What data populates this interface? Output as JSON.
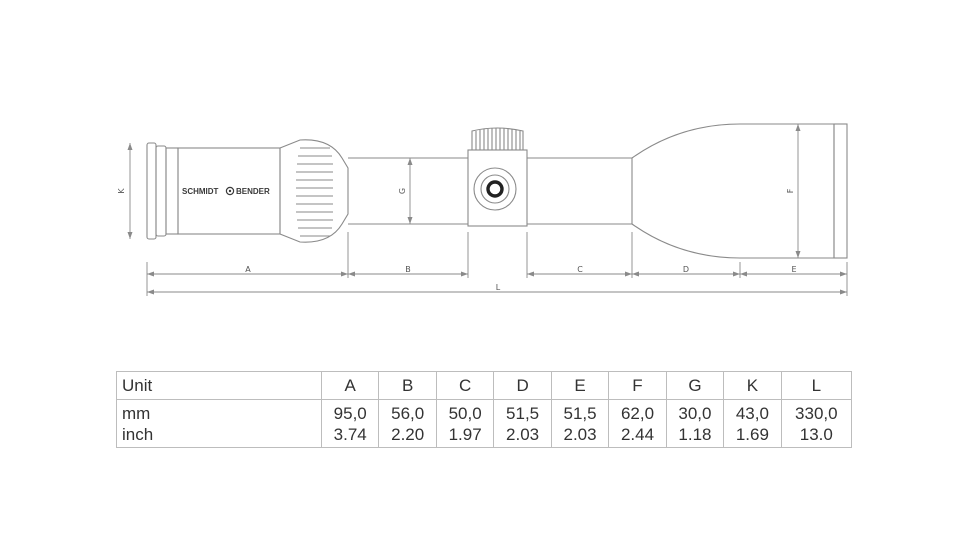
{
  "diagram": {
    "brand": "SCHMIDT",
    "brand2": "BENDER",
    "labels": {
      "A": "A",
      "B": "B",
      "C": "C",
      "D": "D",
      "E": "E",
      "F": "F",
      "G": "G",
      "K": "K",
      "L": "L"
    }
  },
  "table": {
    "header": [
      "Unit",
      "A",
      "B",
      "C",
      "D",
      "E",
      "F",
      "G",
      "K",
      "L"
    ],
    "rows": [
      [
        "mm",
        "95,0",
        "56,0",
        "50,0",
        "51,5",
        "51,5",
        "62,0",
        "30,0",
        "43,0",
        "330,0"
      ],
      [
        "inch",
        "3.74",
        "2.20",
        "1.97",
        "2.03",
        "2.03",
        "2.44",
        "1.18",
        "1.69",
        "13.0"
      ]
    ]
  },
  "colors": {
    "line": "#8a8a8a",
    "text": "#333333",
    "border": "#bdbdbd"
  }
}
